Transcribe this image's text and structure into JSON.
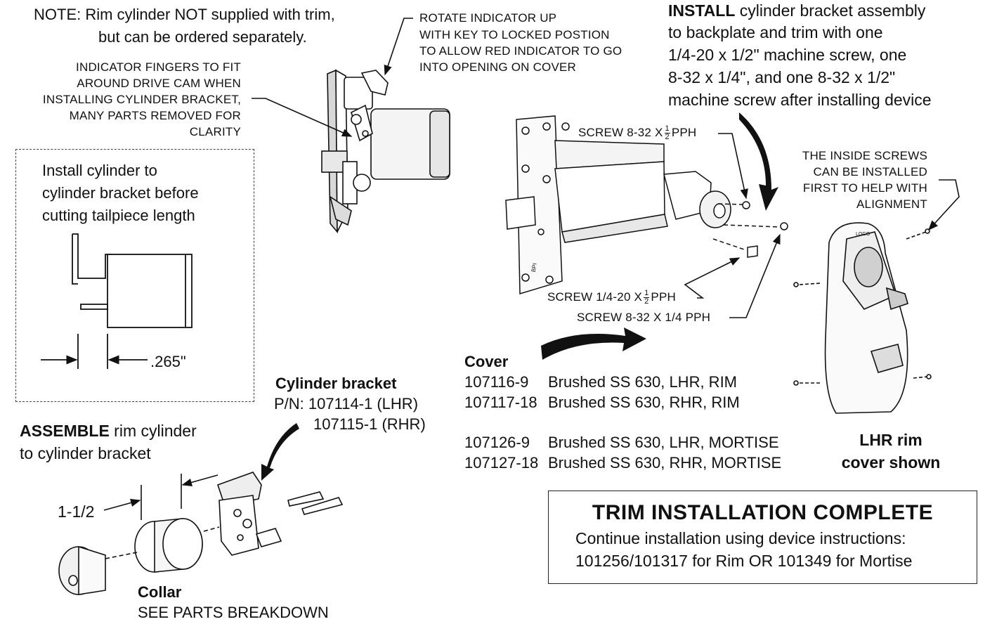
{
  "note": {
    "line1": "NOTE: Rim cylinder NOT supplied with trim,",
    "line2": "but can be ordered separately."
  },
  "rotate_indicator": {
    "lines": [
      "ROTATE INDICATOR UP",
      "WITH KEY TO LOCKED POSTION",
      "TO ALLOW RED INDICATOR TO GO",
      "INTO OPENING ON COVER"
    ]
  },
  "indicator_fingers": {
    "lines": [
      "INDICATOR FINGERS TO FIT",
      "AROUND DRIVE CAM WHEN",
      "INSTALLING CYLINDER BRACKET,",
      "MANY PARTS REMOVED FOR",
      "CLARITY"
    ]
  },
  "install": {
    "bold": "INSTALL",
    "line1_rest": " cylinder bracket assembly",
    "lines": [
      "to backplate and trim with one",
      "1/4-20 x 1/2\" machine screw, one",
      "8-32 x 1/4\", and one 8-32 x 1/2\"",
      "machine screw after installing device"
    ]
  },
  "screws": {
    "s1_pre": "SCREW 8-32 X",
    "s1_num": "1",
    "s1_den": "2",
    "s1_post": "PPH",
    "s2_pre": "SCREW 1/4-20 X",
    "s2_num": "1",
    "s2_den": "2",
    "s2_post": "PPH",
    "s3": "SCREW 8-32 X 1/4 PPH"
  },
  "inside_screws": {
    "lines": [
      "THE INSIDE SCREWS",
      "CAN BE INSTALLED",
      "FIRST TO HELP WITH",
      "ALIGNMENT"
    ]
  },
  "cylinder_box": {
    "lines": [
      "Install cylinder to",
      "cylinder bracket before",
      "cutting tailpiece length"
    ],
    "dimension": ".265\""
  },
  "cylinder_bracket": {
    "title": "Cylinder bracket",
    "pn1": "P/N: 107114-1 (LHR)",
    "pn2": "107115-1 (RHR)"
  },
  "assemble": {
    "bold": "ASSEMBLE",
    "rest": " rim cylinder",
    "line2": "to cylinder bracket"
  },
  "dimension_1_1_2": "1-1/2",
  "collar": {
    "title": "Collar",
    "subtitle": "SEE PARTS BREAKDOWN"
  },
  "cover": {
    "title": "Cover",
    "rows": [
      {
        "pn": "107116-9",
        "desc": "Brushed SS 630, LHR, RIM"
      },
      {
        "pn": "107117-18",
        "desc": "Brushed SS 630, RHR, RIM"
      },
      {
        "pn": "107126-9",
        "desc": "Brushed SS 630, LHR, MORTISE"
      },
      {
        "pn": "107127-18",
        "desc": "Brushed SS 630, RHR, MORTISE"
      }
    ]
  },
  "lhr_caption": {
    "line1": "LHR rim",
    "line2": "cover shown"
  },
  "complete_box": {
    "title": "TRIM INSTALLATION COMPLETE",
    "line1": "Continue installation using device instructions:",
    "line2": "101256/101317 for Rim OR 101349 for Mortise"
  },
  "cover_logo": "LOGO",
  "bracket_mark": "BPI"
}
